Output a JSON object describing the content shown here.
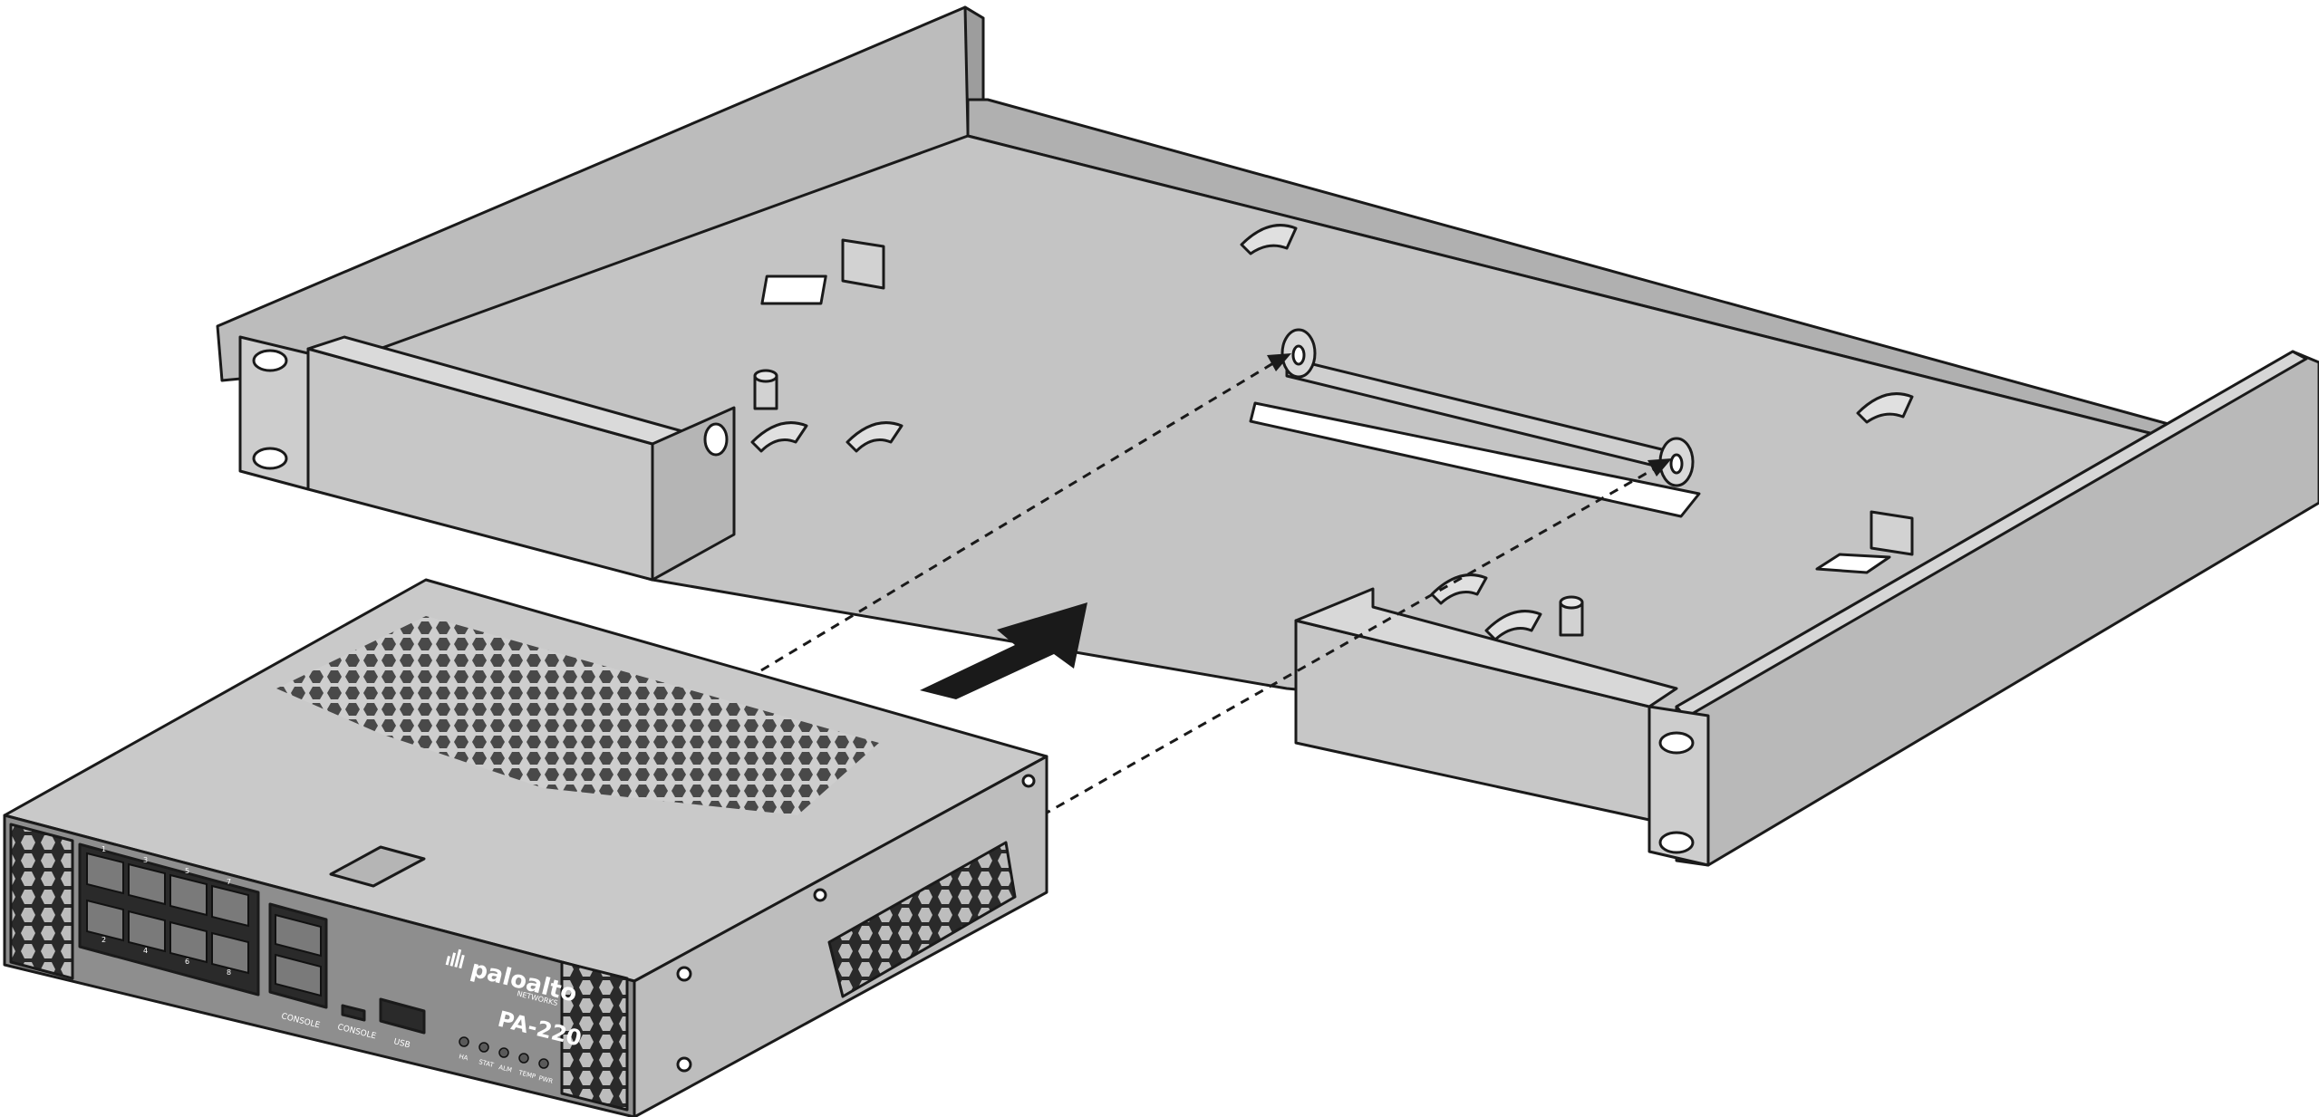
{
  "device": {
    "brand": "paloalto",
    "brand_sub": "NETWORKS",
    "model": "PA-220",
    "port_labels": {
      "console_rj45": "CONSOLE",
      "console_micro": "CONSOLE",
      "usb": "USB"
    },
    "port_numbers": [
      "1",
      "3",
      "5",
      "7",
      "2",
      "4",
      "6",
      "8"
    ],
    "led_labels": [
      "HA",
      "STAT",
      "ALM",
      "TEMP",
      "PWR"
    ]
  },
  "icons": {
    "arrow": "insert-direction-arrow-icon",
    "logo": "paloalto-logo-icon"
  },
  "colors": {
    "tray": "#c4c4c4",
    "tray_dark": "#a9a9a9",
    "device_top": "#c9c9c9",
    "device_front": "#8e8e8e",
    "outline": "#1a1a1a"
  }
}
